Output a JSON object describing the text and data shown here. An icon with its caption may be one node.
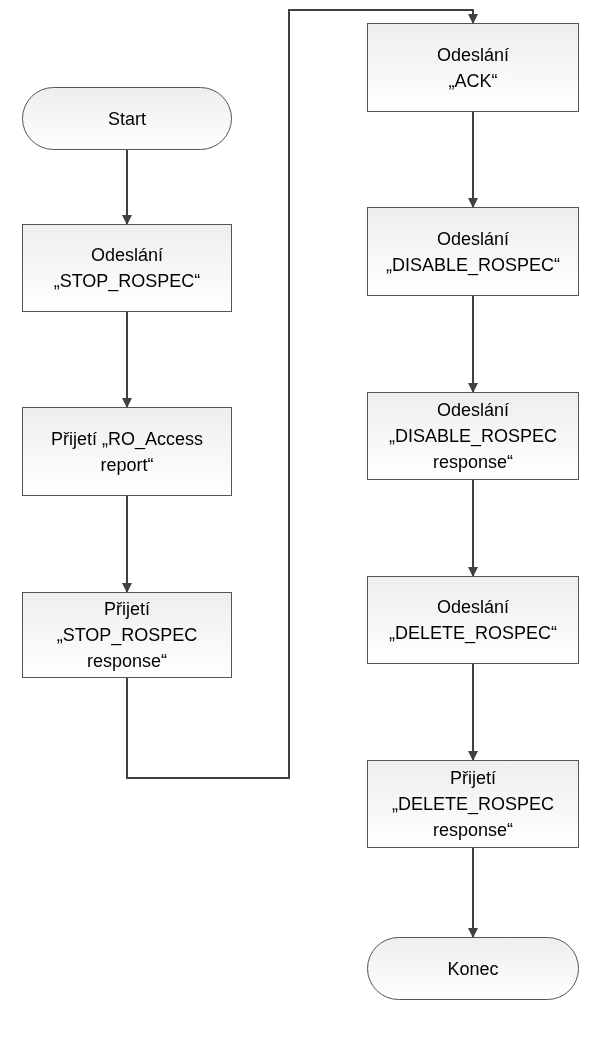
{
  "diagram": {
    "nodes": [
      {
        "text": [
          "Start"
        ]
      },
      {
        "text": [
          "Odeslání „STOP_ROSPEC“"
        ]
      },
      {
        "text": [
          "Přijetí „RO_Access report“"
        ]
      },
      {
        "text": [
          "Přijetí „STOP_ROSPEC response“"
        ]
      },
      {
        "text": [
          "Odeslání „ACK“"
        ]
      },
      {
        "text": [
          "Odeslání „DISABLE_ROSPEC“"
        ]
      },
      {
        "text": [
          "Odeslání „DISABLE_ROSPEC response“"
        ]
      },
      {
        "text": [
          "Odeslání „DELETE_ROSPEC“"
        ]
      },
      {
        "text": [
          "Přijetí „DELETE_ROSPEC response“"
        ]
      },
      {
        "text": [
          "Konec"
        ]
      }
    ],
    "edges": [
      {
        "from": 0,
        "to": 1,
        "arrow": "to"
      },
      {
        "from": 1,
        "to": 2,
        "arrow": "to"
      },
      {
        "from": 2,
        "to": 3,
        "arrow": "to"
      },
      {
        "from": 3,
        "to": 4,
        "arrow": "to"
      },
      {
        "from": 4,
        "to": 5,
        "arrow": "to"
      },
      {
        "from": 5,
        "to": 6,
        "arrow": "to"
      },
      {
        "from": 6,
        "to": 7,
        "arrow": "to"
      },
      {
        "from": 7,
        "to": 8,
        "arrow": "to"
      },
      {
        "from": 8,
        "to": 9,
        "arrow": "to"
      }
    ]
  }
}
